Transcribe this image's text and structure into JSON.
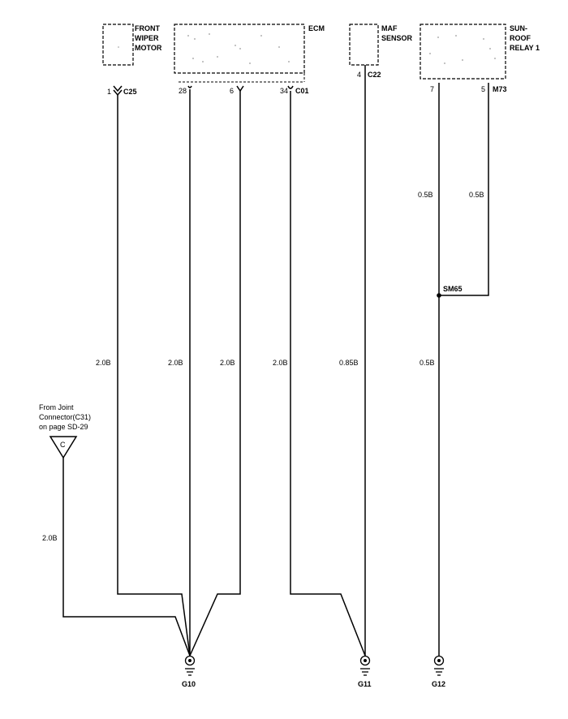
{
  "components": {
    "front_wiper_motor": {
      "lines": [
        "FRONT",
        "WIPER",
        "MOTOR"
      ],
      "pin": "1",
      "connector": "C25"
    },
    "ecm": {
      "name": "ECM",
      "pins": [
        "28",
        "6",
        "34"
      ],
      "connector": "C01"
    },
    "maf_sensor": {
      "lines": [
        "MAF",
        "SENSOR"
      ],
      "pin": "4",
      "connector": "C22"
    },
    "sunroof_relay": {
      "lines": [
        "SUN-",
        "ROOF",
        "RELAY 1"
      ],
      "pins": [
        "7",
        "5"
      ],
      "connector": "M73"
    }
  },
  "splice": "SM65",
  "wires": {
    "wiper": "2.0B",
    "ecm_28": "2.0B",
    "ecm_6": "2.0B",
    "ecm_34": "2.0B",
    "maf": "0.85B",
    "relay_7": "0.5B",
    "relay_5": "0.5B",
    "splice_down": "0.5B",
    "joint": "2.0B"
  },
  "joint_connector": {
    "note_lines": [
      "From Joint",
      "Connector(C31)",
      "on page SD-29"
    ],
    "letter": "C"
  },
  "grounds": [
    "G10",
    "G11",
    "G12"
  ]
}
